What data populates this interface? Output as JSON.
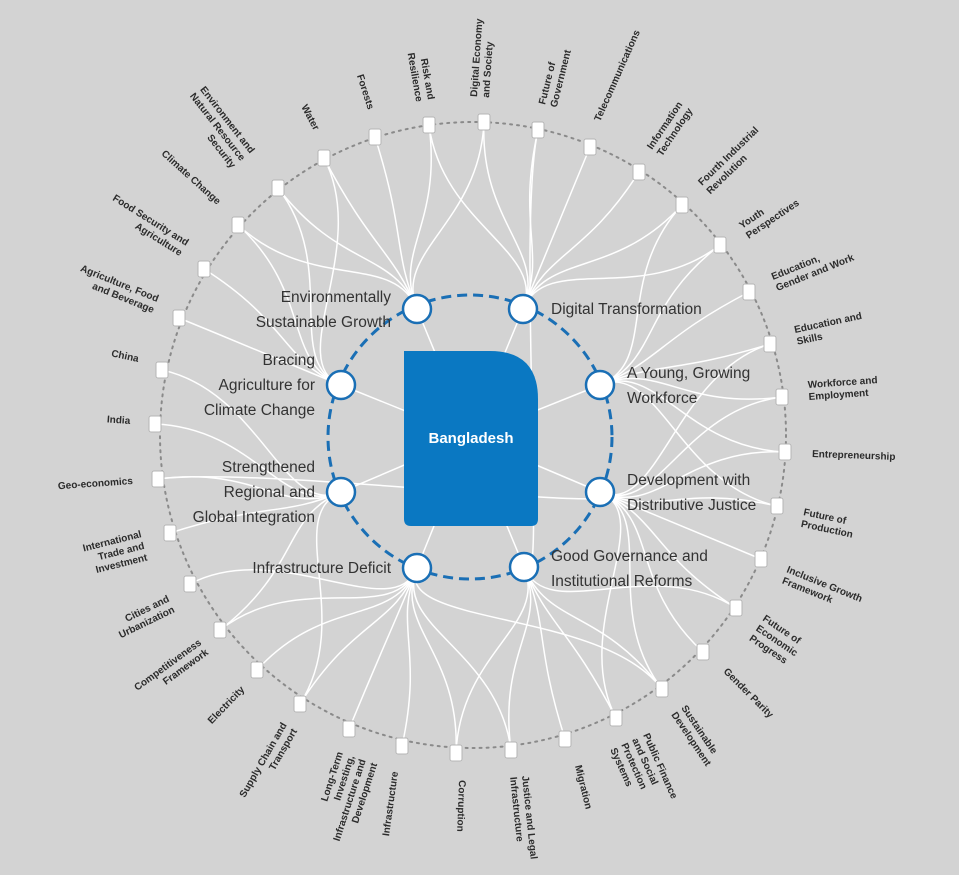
{
  "center": {
    "label": "Bangladesh",
    "color": "#0a78c2"
  },
  "colors": {
    "background": "#d3d3d3",
    "ring": "#1a6fb5",
    "links": "#ffffff"
  },
  "themes": [
    {
      "id": "env",
      "lines": [
        "Environmentally",
        "Sustainable Growth"
      ]
    },
    {
      "id": "dig",
      "lines": [
        "Digital Transformation"
      ]
    },
    {
      "id": "young",
      "lines": [
        "A Young, Growing",
        "Workforce"
      ]
    },
    {
      "id": "dev",
      "lines": [
        "Development with",
        "Distributive Justice"
      ]
    },
    {
      "id": "gov",
      "lines": [
        "Good Governance and",
        "Institutional Reforms"
      ]
    },
    {
      "id": "infra",
      "lines": [
        "Infrastructure Deficit"
      ]
    },
    {
      "id": "reg",
      "lines": [
        "Strengthened",
        "Regional and",
        "Global Integration"
      ]
    },
    {
      "id": "agri",
      "lines": [
        "Bracing",
        "Agriculture for",
        "Climate Change"
      ]
    }
  ],
  "topics": [
    {
      "lines": [
        "Digital Economy",
        "and Society"
      ],
      "themes": [
        "dig",
        "env"
      ]
    },
    {
      "lines": [
        "Future of",
        "Government"
      ],
      "themes": [
        "dig",
        "gov"
      ]
    },
    {
      "lines": [
        "Telecommunications"
      ],
      "themes": [
        "dig"
      ]
    },
    {
      "lines": [
        "Information",
        "Technology"
      ],
      "themes": [
        "dig"
      ]
    },
    {
      "lines": [
        "Fourth Industrial",
        "Revolution"
      ],
      "themes": [
        "dig",
        "young"
      ]
    },
    {
      "lines": [
        "Youth",
        "Perspectives"
      ],
      "themes": [
        "young",
        "dig"
      ]
    },
    {
      "lines": [
        "Education,",
        "Gender and Work"
      ],
      "themes": [
        "young"
      ]
    },
    {
      "lines": [
        "Education and",
        "Skills"
      ],
      "themes": [
        "young",
        "dev"
      ]
    },
    {
      "lines": [
        "Workforce and",
        "Employment"
      ],
      "themes": [
        "young",
        "dev"
      ]
    },
    {
      "lines": [
        "Entrepreneurship"
      ],
      "themes": [
        "young",
        "dev"
      ]
    },
    {
      "lines": [
        "Future of",
        "Production"
      ],
      "themes": [
        "dev",
        "young"
      ]
    },
    {
      "lines": [
        "Inclusive Growth",
        "Framework"
      ],
      "themes": [
        "dev"
      ]
    },
    {
      "lines": [
        "Future of",
        "Economic",
        "Progress"
      ],
      "themes": [
        "dev",
        "gov"
      ]
    },
    {
      "lines": [
        "Gender Parity"
      ],
      "themes": [
        "dev"
      ]
    },
    {
      "lines": [
        "Sustainable",
        "Development"
      ],
      "themes": [
        "dev",
        "gov",
        "infra"
      ]
    },
    {
      "lines": [
        "Public Finance",
        "and Social",
        "Protection",
        "Systems"
      ],
      "themes": [
        "dev",
        "gov"
      ]
    },
    {
      "lines": [
        "Migration"
      ],
      "themes": [
        "gov"
      ]
    },
    {
      "lines": [
        "Justice and Legal",
        "Infrastructure"
      ],
      "themes": [
        "gov",
        "infra"
      ]
    },
    {
      "lines": [
        "Corruption"
      ],
      "themes": [
        "gov",
        "infra"
      ]
    },
    {
      "lines": [
        "Infrastructure"
      ],
      "themes": [
        "infra"
      ]
    },
    {
      "lines": [
        "Long-Term",
        "Investing,",
        "Infrastructure and",
        "Development"
      ],
      "themes": [
        "infra"
      ]
    },
    {
      "lines": [
        "Supply Chain and",
        "Transport"
      ],
      "themes": [
        "infra",
        "reg"
      ]
    },
    {
      "lines": [
        "Electricity"
      ],
      "themes": [
        "infra"
      ]
    },
    {
      "lines": [
        "Competitiveness",
        "Framework"
      ],
      "themes": [
        "infra",
        "reg"
      ]
    },
    {
      "lines": [
        "Cities and",
        "Urbanization"
      ],
      "themes": [
        "infra"
      ]
    },
    {
      "lines": [
        "International",
        "Trade and",
        "Investment"
      ],
      "themes": [
        "reg"
      ]
    },
    {
      "lines": [
        "Geo-economics"
      ],
      "themes": [
        "reg",
        "dev"
      ]
    },
    {
      "lines": [
        "India"
      ],
      "themes": [
        "reg"
      ]
    },
    {
      "lines": [
        "China"
      ],
      "themes": [
        "reg"
      ]
    },
    {
      "lines": [
        "Agriculture, Food",
        "and Beverage"
      ],
      "themes": [
        "agri"
      ]
    },
    {
      "lines": [
        "Food Security and",
        "Agriculture"
      ],
      "themes": [
        "agri"
      ]
    },
    {
      "lines": [
        "Climate Change"
      ],
      "themes": [
        "agri",
        "env"
      ]
    },
    {
      "lines": [
        "Environment and",
        "Natural Resource",
        "Security"
      ],
      "themes": [
        "env",
        "agri"
      ]
    },
    {
      "lines": [
        "Water"
      ],
      "themes": [
        "env",
        "agri"
      ]
    },
    {
      "lines": [
        "Forests"
      ],
      "themes": [
        "env"
      ]
    },
    {
      "lines": [
        "Risk and",
        "Resilience"
      ],
      "themes": [
        "env",
        "dig"
      ]
    }
  ]
}
